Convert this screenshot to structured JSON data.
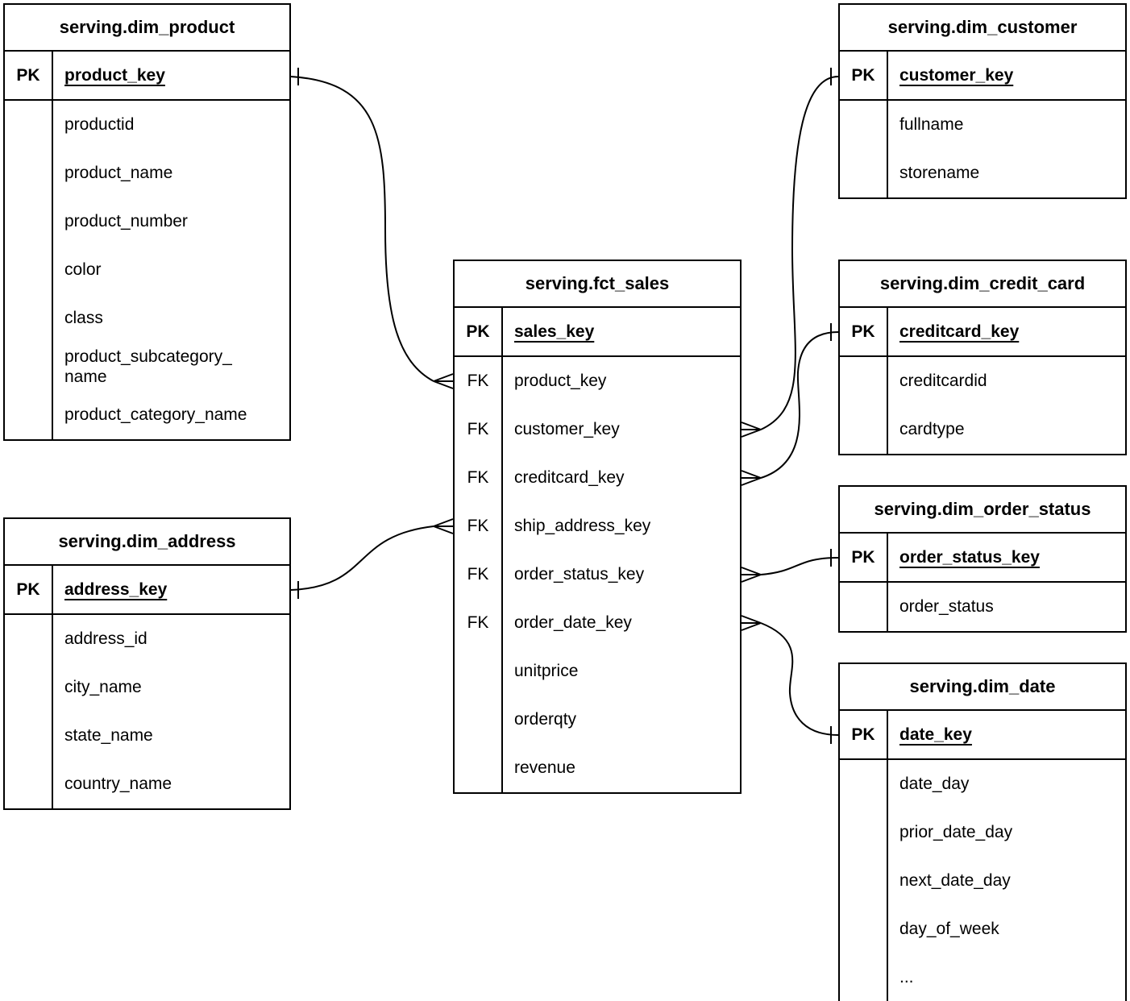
{
  "diagram": {
    "kind": "entity-relationship-diagram",
    "colors": {
      "ink": "#000000",
      "background": "#ffffff"
    },
    "entities": [
      {
        "id": "dim_product",
        "title": "serving.dim_product",
        "primary_key": {
          "badge": "PK",
          "name": "product_key"
        },
        "fields": [
          {
            "badge": "",
            "name": "productid"
          },
          {
            "badge": "",
            "name": "product_name"
          },
          {
            "badge": "",
            "name": "product_number"
          },
          {
            "badge": "",
            "name": "color"
          },
          {
            "badge": "",
            "name": "class"
          },
          {
            "badge": "",
            "name": "product_subcategory_\nname"
          },
          {
            "badge": "",
            "name": "product_category_name"
          }
        ]
      },
      {
        "id": "dim_customer",
        "title": "serving.dim_customer",
        "primary_key": {
          "badge": "PK",
          "name": "customer_key"
        },
        "fields": [
          {
            "badge": "",
            "name": "fullname"
          },
          {
            "badge": "",
            "name": "storename"
          }
        ]
      },
      {
        "id": "fct_sales",
        "title": "serving.fct_sales",
        "primary_key": {
          "badge": "PK",
          "name": "sales_key"
        },
        "fields": [
          {
            "badge": "FK",
            "name": "product_key"
          },
          {
            "badge": "FK",
            "name": "customer_key"
          },
          {
            "badge": "FK",
            "name": "creditcard_key"
          },
          {
            "badge": "FK",
            "name": "ship_address_key"
          },
          {
            "badge": "FK",
            "name": "order_status_key"
          },
          {
            "badge": "FK",
            "name": "order_date_key"
          },
          {
            "badge": "",
            "name": "unitprice"
          },
          {
            "badge": "",
            "name": "orderqty"
          },
          {
            "badge": "",
            "name": "revenue"
          }
        ]
      },
      {
        "id": "dim_credit_card",
        "title": "serving.dim_credit_card",
        "primary_key": {
          "badge": "PK",
          "name": "creditcard_key"
        },
        "fields": [
          {
            "badge": "",
            "name": "creditcardid"
          },
          {
            "badge": "",
            "name": "cardtype"
          }
        ]
      },
      {
        "id": "dim_order_status",
        "title": "serving.dim_order_status",
        "primary_key": {
          "badge": "PK",
          "name": "order_status_key"
        },
        "fields": [
          {
            "badge": "",
            "name": "order_status"
          }
        ]
      },
      {
        "id": "dim_date",
        "title": "serving.dim_date",
        "primary_key": {
          "badge": "PK",
          "name": "date_key"
        },
        "fields": [
          {
            "badge": "",
            "name": "date_day"
          },
          {
            "badge": "",
            "name": "prior_date_day"
          },
          {
            "badge": "",
            "name": "next_date_day"
          },
          {
            "badge": "",
            "name": "day_of_week"
          },
          {
            "badge": "",
            "name": "..."
          }
        ]
      },
      {
        "id": "dim_address",
        "title": "serving.dim_address",
        "primary_key": {
          "badge": "PK",
          "name": "address_key"
        },
        "fields": [
          {
            "badge": "",
            "name": "address_id"
          },
          {
            "badge": "",
            "name": "city_name"
          },
          {
            "badge": "",
            "name": "state_name"
          },
          {
            "badge": "",
            "name": "country_name"
          }
        ]
      }
    ],
    "relationships": [
      {
        "from_table": "serving.fct_sales",
        "from_field": "product_key",
        "from_cardinality": "many",
        "to_table": "serving.dim_product",
        "to_field": "product_key",
        "to_cardinality": "one"
      },
      {
        "from_table": "serving.fct_sales",
        "from_field": "customer_key",
        "from_cardinality": "many",
        "to_table": "serving.dim_customer",
        "to_field": "customer_key",
        "to_cardinality": "one"
      },
      {
        "from_table": "serving.fct_sales",
        "from_field": "creditcard_key",
        "from_cardinality": "many",
        "to_table": "serving.dim_credit_card",
        "to_field": "creditcard_key",
        "to_cardinality": "one"
      },
      {
        "from_table": "serving.fct_sales",
        "from_field": "ship_address_key",
        "from_cardinality": "many",
        "to_table": "serving.dim_address",
        "to_field": "address_key",
        "to_cardinality": "one"
      },
      {
        "from_table": "serving.fct_sales",
        "from_field": "order_status_key",
        "from_cardinality": "many",
        "to_table": "serving.dim_order_status",
        "to_field": "order_status_key",
        "to_cardinality": "one"
      },
      {
        "from_table": "serving.fct_sales",
        "from_field": "order_date_key",
        "from_cardinality": "many",
        "to_table": "serving.dim_date",
        "to_field": "date_key",
        "to_cardinality": "one"
      }
    ]
  }
}
